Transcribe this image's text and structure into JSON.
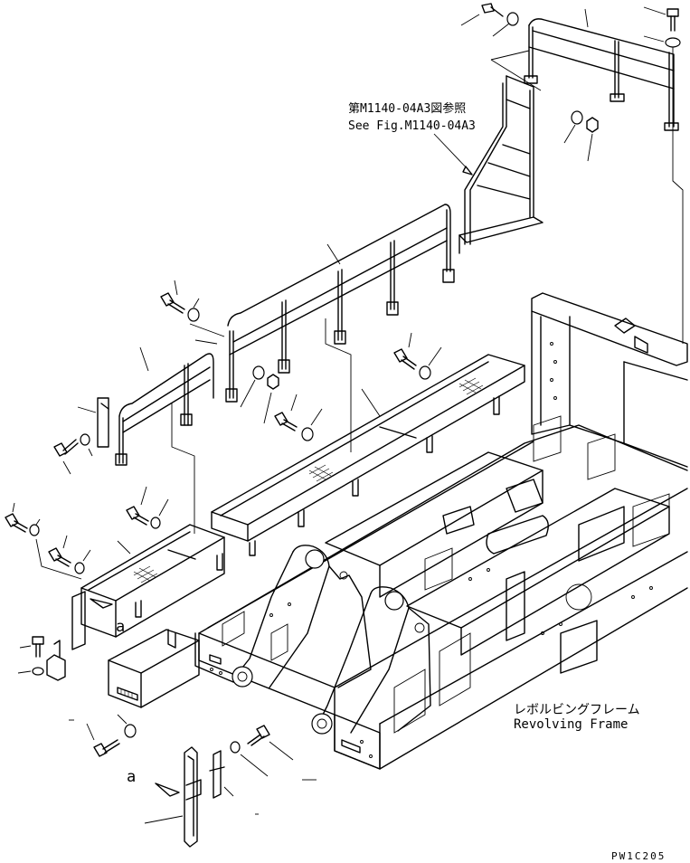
{
  "references": {
    "fig_ref_jp": "第M1140-04A3図参照",
    "fig_ref_en": "See Fig.M1140-04A3"
  },
  "frame_label": {
    "jp": "レボルビングフレーム",
    "en": "Revolving Frame"
  },
  "view_marks": {
    "mark_upper": "a",
    "mark_lower": "a"
  },
  "drawing_id": "PW1C205"
}
